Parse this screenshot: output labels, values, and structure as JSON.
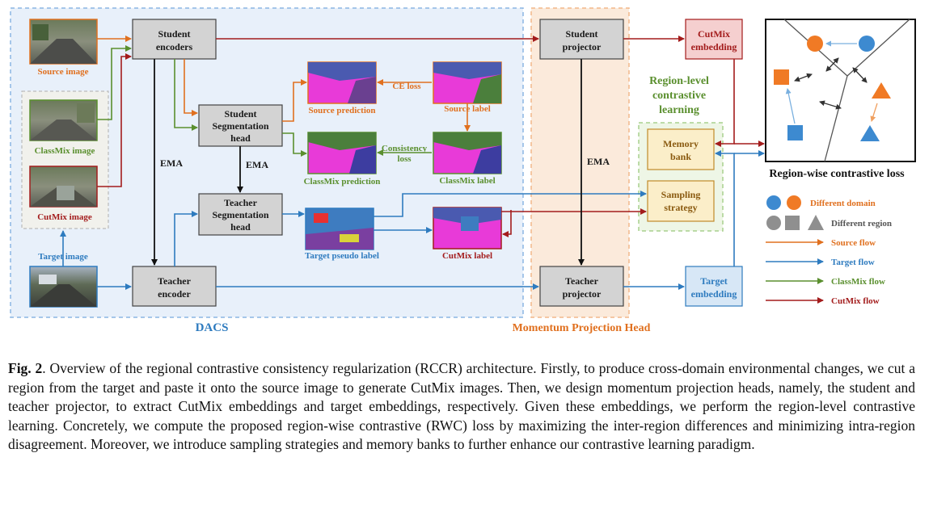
{
  "diagram": {
    "dacs_label": "DACS",
    "momentum_label": "Momentum Projection Head",
    "boxes": {
      "student_encoders": [
        "Student",
        "encoders"
      ],
      "teacher_encoder": [
        "Teacher",
        "encoder"
      ],
      "student_seg_head": [
        "Student",
        "Segmentation",
        "head"
      ],
      "teacher_seg_head": [
        "Teacher",
        "Segmentation",
        "head"
      ],
      "student_projector": [
        "Student",
        "projector"
      ],
      "teacher_projector": [
        "Teacher",
        "projector"
      ],
      "cutmix_embedding": [
        "CutMix",
        "embedding"
      ],
      "target_embedding": [
        "Target",
        "embedding"
      ],
      "memory_bank": [
        "Memory",
        "bank"
      ],
      "sampling_strategy": [
        "Sampling",
        "strategy"
      ]
    },
    "images": {
      "source_image": "Source image",
      "classmix_image": "ClassMix image",
      "cutmix_image": "CutMix image",
      "target_image": "Target image",
      "source_prediction": "Source prediction",
      "source_label": "Source label",
      "classmix_prediction": "ClassMix prediction",
      "classmix_label": "ClassMix label",
      "target_pseudo_label": "Target pseudo label",
      "cutmix_label": "CutMix label"
    },
    "ema_label": "EMA",
    "ce_loss": "CE loss",
    "consistency_loss": [
      "Consistency",
      "loss"
    ],
    "region_level_title": [
      "Region-level",
      "contrastive",
      "learning"
    ],
    "region_wise_loss": "Region-wise contrastive loss",
    "legend": {
      "different_domain": "Different domain",
      "different_region": "Different region",
      "source_flow": "Source flow",
      "target_flow": "Target flow",
      "classmix_flow": "ClassMix flow",
      "cutmix_flow": "CutMix flow"
    },
    "colors": {
      "source": "#e0701f",
      "target": "#2e7bbf",
      "classmix": "#5a8f2e",
      "cutmix": "#a31c1c",
      "dacs_bg": "#e8f0fa",
      "momentum_bg": "#fbeadb",
      "pink": "#e83ad8"
    }
  },
  "caption": {
    "label": "Fig. 2",
    "text": ". Overview of the regional contrastive consistency regularization (RCCR) architecture. Firstly, to produce cross-domain environmental changes, we cut a region from the target and paste it onto the source image to generate CutMix images. Then, we design momentum projection heads, namely, the student and teacher projector, to extract CutMix embeddings and target embeddings, respectively. Given these embeddings, we perform the region-level contrastive learning. Concretely, we compute the proposed region-wise contrastive (RWC) loss by maximizing the inter-region differences and minimizing intra-region disagreement. Moreover, we introduce sampling strategies and memory banks to further enhance our contrastive learning paradigm."
  }
}
